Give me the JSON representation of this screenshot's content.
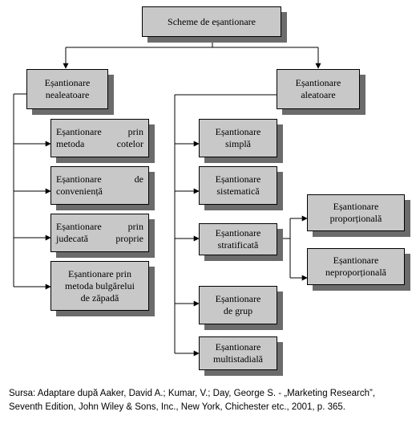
{
  "root": "Scheme de eșantionare",
  "nonprob": {
    "title": "Eșantionare\nnealeatoare",
    "items": [
      "Eșantionare prin\nmetoda cotelor",
      "Eșantionare de\nconveniență",
      "Eșantionare prin\njudecată proprie",
      "Eșantionare prin\nmetoda bulgărelui\nde zăpadă"
    ]
  },
  "prob": {
    "title": "Eșantionare\naleatoare",
    "items": [
      "Eșantionare\nsimplă",
      "Eșantionare\nsistematică",
      "Eșantionare\nstratificată",
      "Eșantionare\nde grup",
      "Eșantionare\nmultistadială"
    ],
    "stratified_sub": [
      "Eșantionare\nproporțională",
      "Eșantionare\nneproporțională"
    ]
  },
  "footnote": {
    "line1": "Sursa: Adaptare după Aaker, David A.; Kumar, V.; Day, George S. - „Marketing Research”,",
    "line2": "Seventh Edition, John Wiley & Sons, Inc., New York, Chichester etc., 2001, p. 365."
  }
}
